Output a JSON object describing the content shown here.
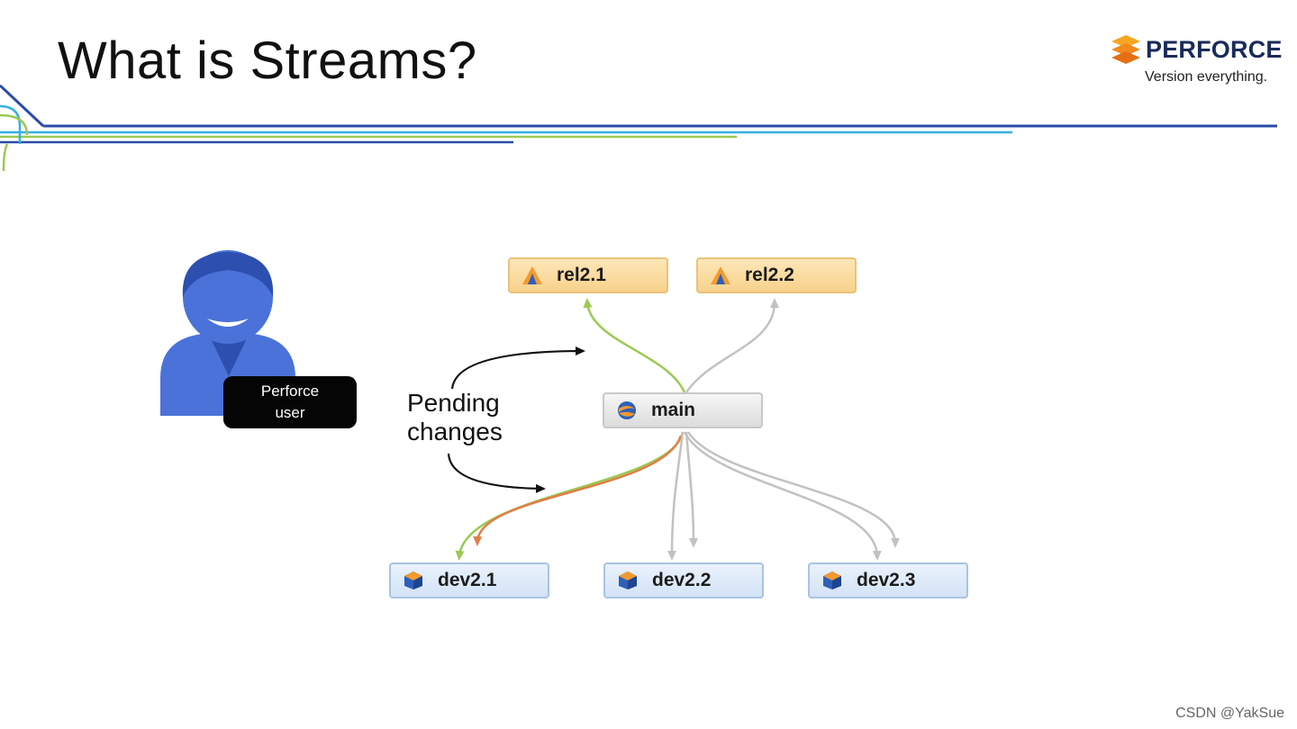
{
  "slide": {
    "title": "What is Streams?"
  },
  "logo": {
    "wordmark": "PERFORCE",
    "tagline": "Version everything."
  },
  "user": {
    "badge_label": "Perforce\nuser"
  },
  "annotation": {
    "pending_label": "Pending\nchanges"
  },
  "streams": {
    "release": [
      {
        "name": "rel2.1"
      },
      {
        "name": "rel2.2"
      }
    ],
    "mainline": {
      "name": "main"
    },
    "development": [
      {
        "name": "dev2.1"
      },
      {
        "name": "dev2.2"
      },
      {
        "name": "dev2.3"
      }
    ]
  },
  "colors": {
    "merge_green": "#9bc953",
    "copy_orange": "#e07e45",
    "idle_gray": "#c2c2c2",
    "user_blue": "#4a72d8",
    "user_dark_blue": "#2c4fb0",
    "release_fill": "#f8d28c",
    "dev_fill": "#d3e3f6"
  },
  "watermark": "CSDN @YakSue"
}
